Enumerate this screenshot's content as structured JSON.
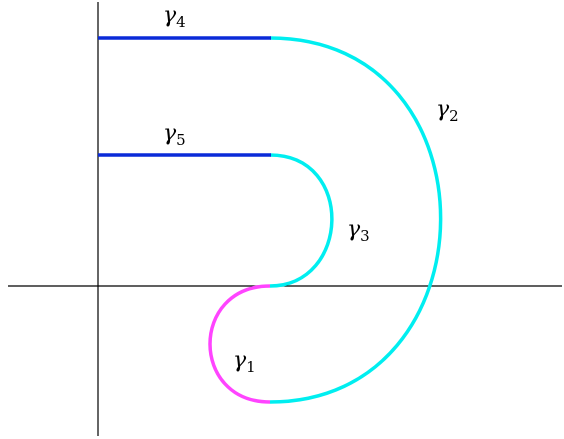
{
  "colors": {
    "axis": "#000000",
    "gamma1": "#ff44ff",
    "gamma2": "#00eef0",
    "gamma3": "#00eef0",
    "gamma4": "#0a2ad8",
    "gamma5": "#0a2ad8"
  },
  "labels": {
    "gamma1": {
      "symbol": "γ",
      "sub": "1"
    },
    "gamma2": {
      "symbol": "γ",
      "sub": "2"
    },
    "gamma3": {
      "symbol": "γ",
      "sub": "3"
    },
    "gamma4": {
      "symbol": "γ",
      "sub": "4"
    },
    "gamma5": {
      "symbol": "γ",
      "sub": "5"
    }
  }
}
